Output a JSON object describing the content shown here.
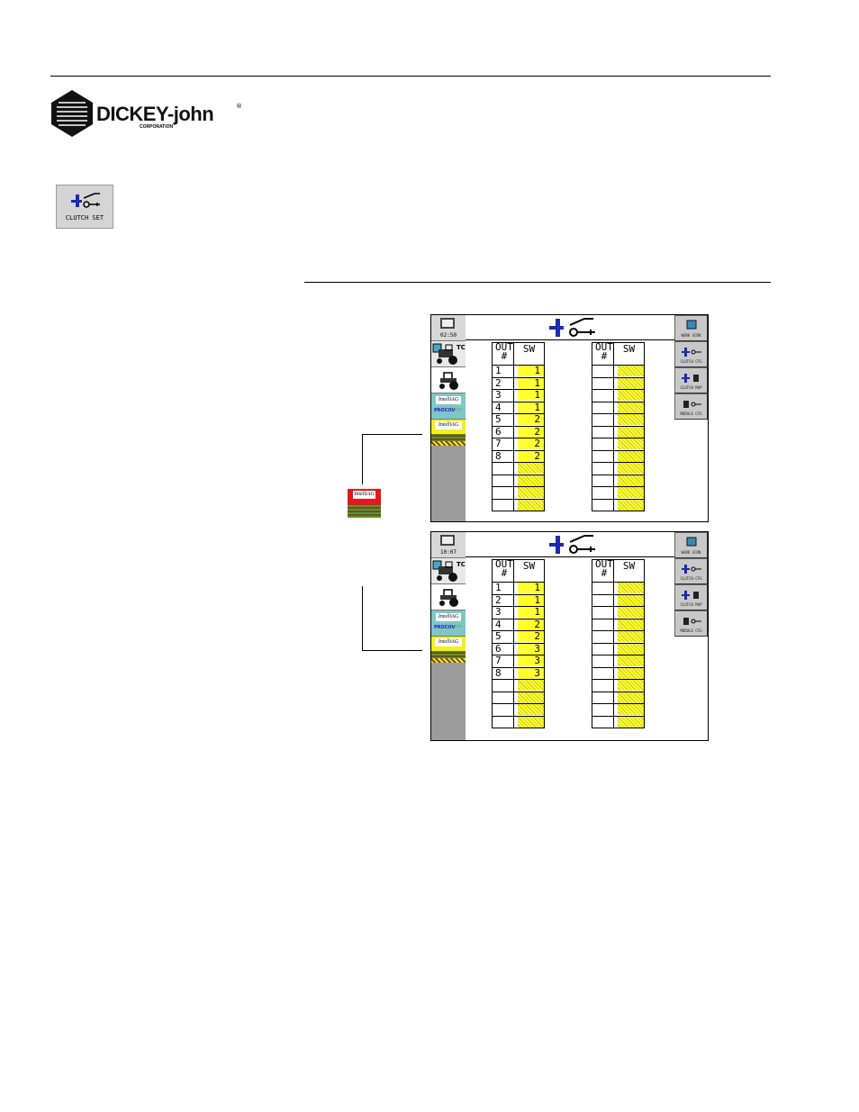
{
  "header": {
    "brand": "DICKEY-john",
    "registered": "®",
    "corporation": "CORPORATION"
  },
  "clutch_button": {
    "label": "CLUTCH SET",
    "icon": "clutch-setup-icon"
  },
  "side_icon": {
    "label": "IntelliAG",
    "icon": "planter-red-icon"
  },
  "screens": [
    {
      "clock": "02:50",
      "sidebar_items": [
        "TC",
        "IntelliAG",
        "PROCOV",
        "IntelliAG"
      ],
      "right_buttons": [
        "WORK SCRN",
        "CLUTCH CFG",
        "CLUTCH MAP",
        "MODULE CFG"
      ],
      "table_headers": {
        "out_line1": "OUT",
        "out_line2": "#",
        "sw": "SW"
      },
      "left_rows": [
        {
          "out": "1",
          "sw": "1"
        },
        {
          "out": "2",
          "sw": "1"
        },
        {
          "out": "3",
          "sw": "1"
        },
        {
          "out": "4",
          "sw": "1"
        },
        {
          "out": "5",
          "sw": "2"
        },
        {
          "out": "6",
          "sw": "2"
        },
        {
          "out": "7",
          "sw": "2"
        },
        {
          "out": "8",
          "sw": "2"
        }
      ]
    },
    {
      "clock": "10:07",
      "sidebar_items": [
        "TC",
        "IntelliAG",
        "PROCOV",
        "IntelliAG"
      ],
      "right_buttons": [
        "WORK SCRN",
        "CLUTCH CFG",
        "CLUTCH MAP",
        "MODULE CFG"
      ],
      "table_headers": {
        "out_line1": "OUT",
        "out_line2": "#",
        "sw": "SW"
      },
      "left_rows": [
        {
          "out": "1",
          "sw": "1"
        },
        {
          "out": "2",
          "sw": "1"
        },
        {
          "out": "3",
          "sw": "1"
        },
        {
          "out": "4",
          "sw": "2"
        },
        {
          "out": "5",
          "sw": "2"
        },
        {
          "out": "6",
          "sw": "3"
        },
        {
          "out": "7",
          "sw": "3"
        },
        {
          "out": "8",
          "sw": "3"
        }
      ]
    }
  ],
  "colors": {
    "assigned": "#ffff30",
    "planter_red": "#e8151c",
    "procov_teal": "#7fc6c6",
    "icon_blue": "#1a2bb0"
  }
}
